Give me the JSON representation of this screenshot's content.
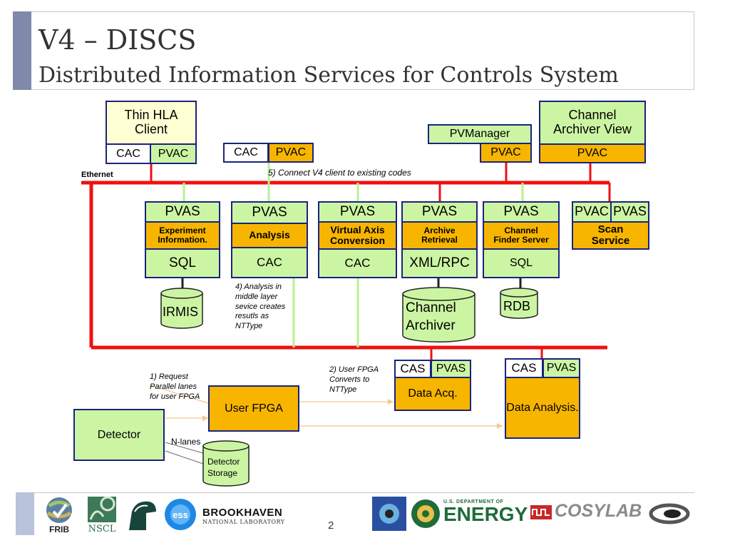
{
  "header": {
    "title": "V4 – DISCS",
    "subtitle": "Distributed Information Services for Controls System"
  },
  "diagram": {
    "ethernet_label": "Ethernet",
    "thin_hla": {
      "name": "Thin HLA Client",
      "line1": "Thin HLA",
      "line2": "Client",
      "cac": "CAC",
      "pvac": "PVAC"
    },
    "top_client": {
      "cac": "CAC",
      "pvac": "PVAC"
    },
    "pvmanager": {
      "name": "PVManager",
      "pvac": "PVAC"
    },
    "archiver_view": {
      "line1": "Channel",
      "line2": "Archiver View",
      "pvac": "PVAC"
    },
    "connect_note": "5) Connect  V4 client to existing codes",
    "services": [
      {
        "pvas": "PVAS",
        "name_line1": "Experiment",
        "name_line2": "Information.",
        "backend": "SQL"
      },
      {
        "pvas": "PVAS",
        "name_line1": "Analysis",
        "name_line2": "",
        "backend": "CAC"
      },
      {
        "pvas": "PVAS",
        "name_line1": "Virtual Axis",
        "name_line2": "Conversion",
        "backend": "CAC"
      },
      {
        "pvas": "PVAS",
        "name_line1": "Archive",
        "name_line2": "Retrieval",
        "backend": "XML/RPC"
      },
      {
        "pvas": "PVAS",
        "name_line1": "Channel",
        "name_line2": "Finder Server",
        "backend": "SQL"
      }
    ],
    "scan_service": {
      "pvac": "PVAC",
      "pvas": "PVAS",
      "line1": "Scan",
      "line2": "Service"
    },
    "databases": {
      "irmis": "IRMIS",
      "channel_archiver_line1": "Channel",
      "channel_archiver_line2": "Archiver",
      "rdb": "RDB"
    },
    "analysis_note": [
      "4) Analysis in",
      "middle layer",
      "sevice creates",
      "resutls as",
      "NTType"
    ],
    "request_note": [
      "1) Request",
      "Parallel lanes",
      "for user FPGA"
    ],
    "fpga_note": [
      "2) User FPGA",
      "Converts to",
      "NTType"
    ],
    "nlanes_label": "N-lanes",
    "detector": "Detector",
    "user_fpga": "User FPGA",
    "detector_storage_line1": "Detector",
    "detector_storage_line2": "Storage",
    "data_acq": {
      "cas": "CAS",
      "pvas": "PVAS",
      "name": "Data Acq."
    },
    "data_analysis": {
      "cas": "CAS",
      "pvas": "PVAS",
      "name": "Data Analysis."
    }
  },
  "footer": {
    "page_number": "2",
    "logos": {
      "frib": "FRIB",
      "nscl": "NSCL",
      "brookhaven": "BROOKHAVEN",
      "brookhaven_sub": "NATIONAL LABORATORY",
      "doe_small": "U.S. DEPARTMENT OF",
      "doe_big": "ENERGY",
      "cosylab": "COSYLAB",
      "ess": "ess"
    }
  },
  "colors": {
    "ethernet": "#ee1111",
    "green_box": "#ccf5a3",
    "orange_box": "#f7b500",
    "border": "#1a237e"
  }
}
